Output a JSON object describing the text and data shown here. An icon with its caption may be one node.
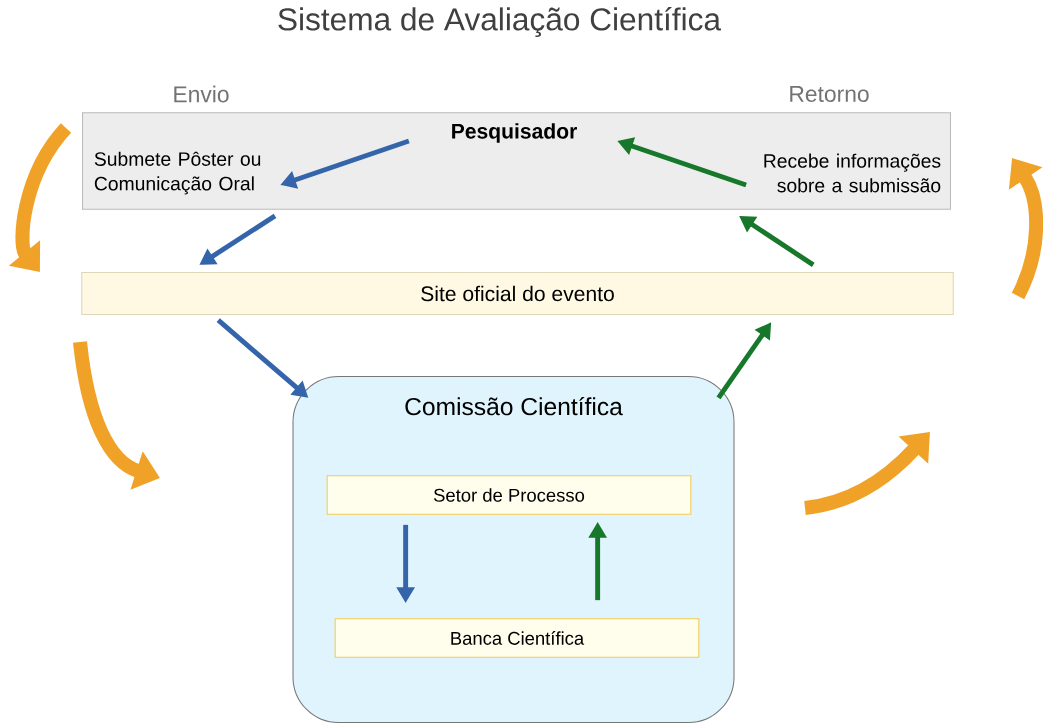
{
  "diagram": {
    "title": "Sistema de Avaliação Científica",
    "nodes": [
      {
        "text": [],
        "shape": "box"
      },
      {
        "text": [
          "Pesquisador"
        ],
        "in": 0
      },
      {
        "text": [
          "Submete Pôster ou Comunicação Oral"
        ],
        "in": 0
      },
      {
        "text": [
          "Recebe informações sobre a submissão"
        ],
        "in": 0
      },
      {
        "text": [
          "Site oficial do evento"
        ]
      },
      {
        "text": [
          "Comissão Científica"
        ]
      },
      {
        "text": [
          "Setor de Processo"
        ],
        "in": 5
      },
      {
        "text": [
          "Banca Científica"
        ],
        "in": 5
      }
    ],
    "edges": [
      {
        "from": 1,
        "to": 2,
        "arrow": "to",
        "color": "#3465ab"
      },
      {
        "from": 3,
        "to": 1,
        "arrow": "to",
        "color": "#17772a"
      },
      {
        "from": 0,
        "to": 4,
        "arrow": "to",
        "color": "#3465ab"
      },
      {
        "from": 4,
        "to": 0,
        "arrow": "to",
        "color": "#17772a"
      },
      {
        "from": 4,
        "to": 5,
        "arrow": "to",
        "color": "#3465ab"
      },
      {
        "from": 5,
        "to": 4,
        "arrow": "to",
        "color": "#17772a"
      },
      {
        "from": 6,
        "to": 7,
        "arrow": "to",
        "color": "#3465ab"
      },
      {
        "from": 7,
        "to": 6,
        "arrow": "to",
        "color": "#17772a"
      }
    ],
    "labels": [
      "Envio",
      "Retorno"
    ]
  }
}
